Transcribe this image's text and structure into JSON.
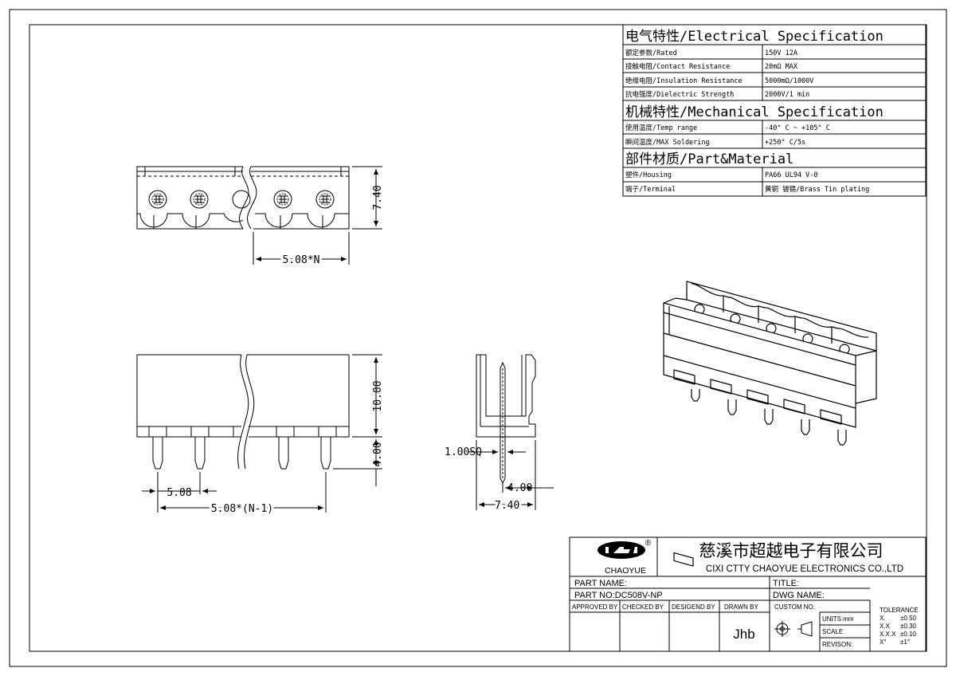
{
  "spec_table": {
    "electrical": {
      "heading": "电气特性/Electrical Specification",
      "rows": [
        {
          "label": "额定参数/Rated",
          "value": "150V 12A"
        },
        {
          "label": "接触电阻/Contact Resistance",
          "value": "20mΩ MAX"
        },
        {
          "label": "绝缘电阻/Insulation Resistance",
          "value": "5000mΩ/1000V"
        },
        {
          "label": "抗电强度/Dielectric Strength",
          "value": "2000V/1 min"
        }
      ]
    },
    "mechanical": {
      "heading": "机械特性/Mechanical Specification",
      "rows": [
        {
          "label": "使用温度/Temp range",
          "value": "-40° C ~ +105° C"
        },
        {
          "label": "瞬间温度/MAX Soldering",
          "value": "+250° C/5s"
        }
      ]
    },
    "material": {
      "heading": "部件材质/Part&Material",
      "rows": [
        {
          "label": "塑件/Housing",
          "value": "PA66 UL94 V-0"
        },
        {
          "label": "端子/Terminal",
          "value": "黄铜 镀锡/Brass Tin plating"
        }
      ]
    }
  },
  "dimensions": {
    "top_height": "7.40",
    "top_pitch": "5.08*N",
    "front_body": "10.00",
    "front_pin": "4.00",
    "front_pitch": "5.08",
    "front_span": "5.08*(N-1)",
    "side_sq": "1.00SQ",
    "side_pin_offset": "4.00",
    "side_depth": "7.40"
  },
  "title_block": {
    "logo_text": "CHAOYUE",
    "registered_mark": "®",
    "company_cn": "慈溪市超越电子有限公司",
    "company_en": "CIXI CTTY CHAOYUE ELECTRONICS CO.,LTD",
    "part_name_label": "PART NAME:",
    "title_label": "TITLE:",
    "part_no_label": "PART NO:DC508V-NP",
    "dwg_name_label": "DWG NAME:",
    "approved_by": "APPROVED BY",
    "checked_by": "CHECKED BY",
    "designed_by": "DESIGEND BY",
    "drawn_by": "DRAWN BY",
    "drawn_by_value": "Jhb",
    "custom_no": "CUSTOM NO:",
    "units": "UNITS:mm",
    "scale": "SCALE",
    "revision": "REVISON:",
    "tolerance_title": "TOLERANCE",
    "tolerance_rows": [
      {
        "key": "X.",
        "value": "±0.50"
      },
      {
        "key": "X.X",
        "value": "±0.30"
      },
      {
        "key": "X.X.X",
        "value": "±0.10"
      },
      {
        "key": "X°",
        "value": "±1°"
      }
    ]
  }
}
